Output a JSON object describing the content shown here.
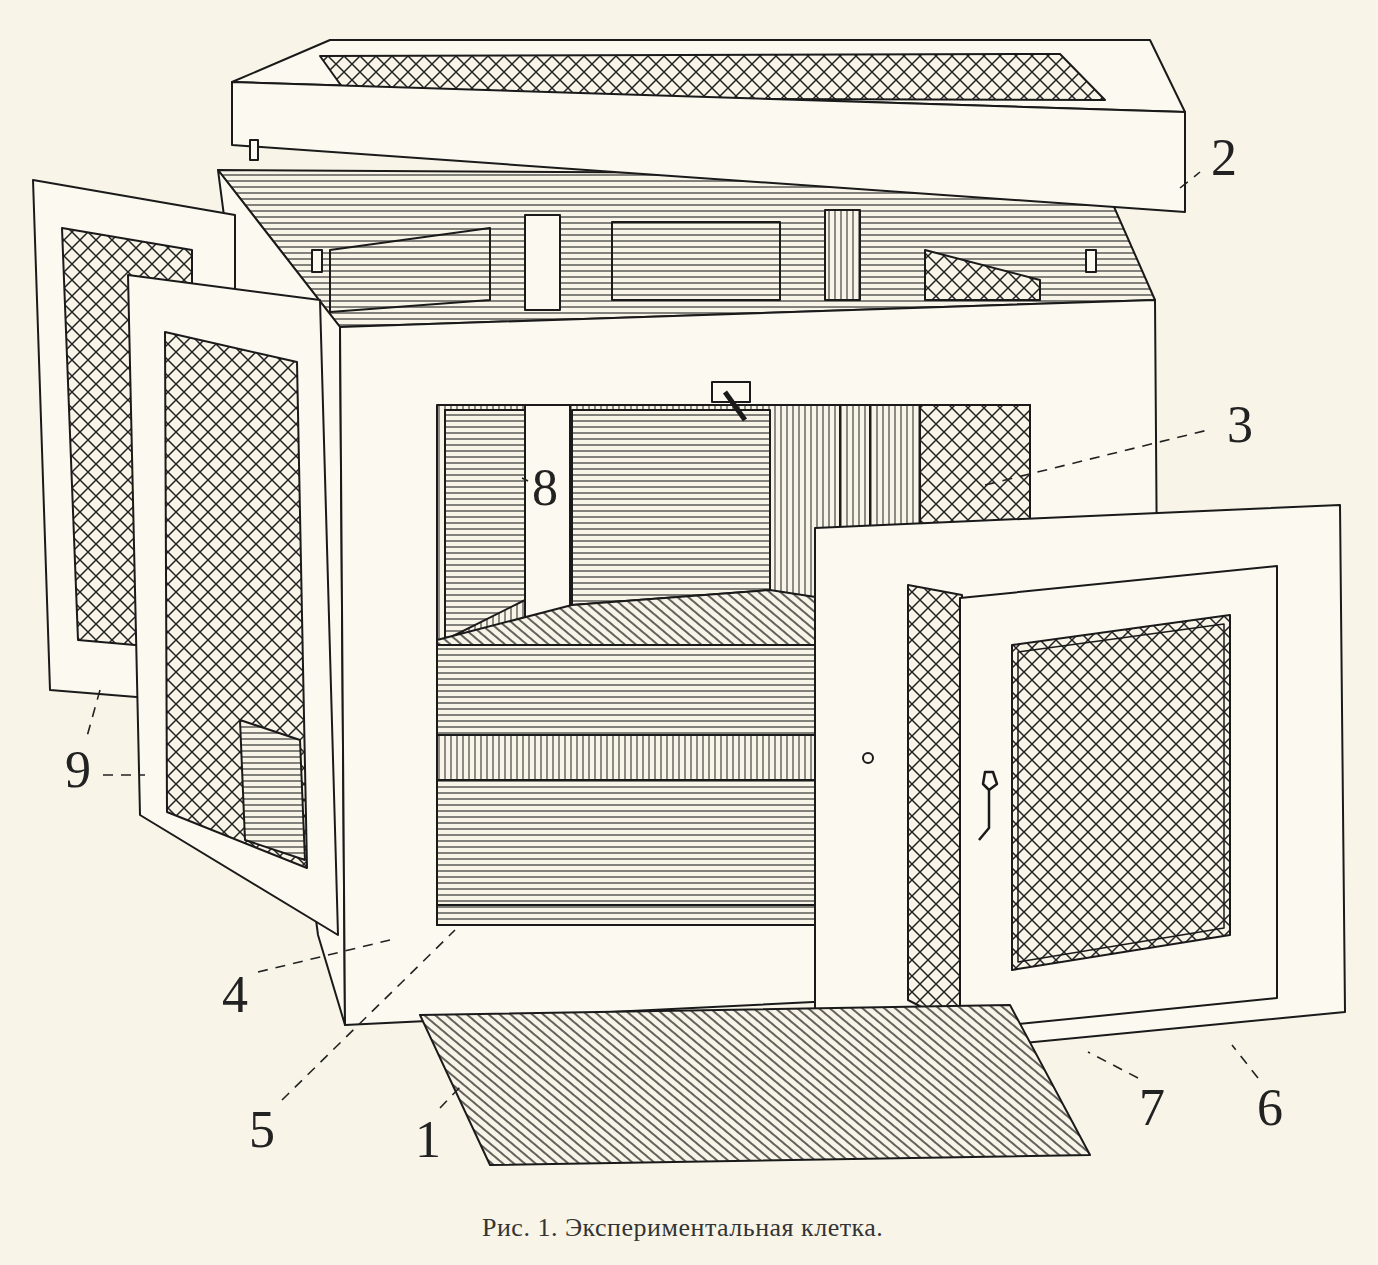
{
  "diagram": {
    "caption": "Рис. 1. Экспериментальная клетка.",
    "labels": [
      "2",
      "3",
      "8",
      "9",
      "4",
      "5",
      "1",
      "7",
      "6"
    ]
  }
}
